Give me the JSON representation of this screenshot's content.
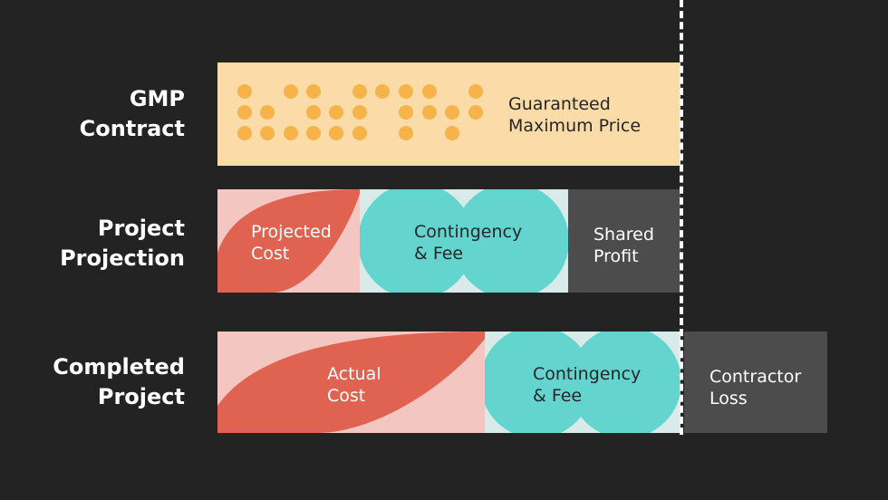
{
  "colors": {
    "background": "#232323",
    "gmp_fill": "#fbdba8",
    "dots": "#f6b34a",
    "cost_red": "#e06352",
    "cost_pink": "#f3c6c1",
    "teal": "#63d5ce",
    "teal_light": "#d8ebe9",
    "dark_gray": "#4c4c4c",
    "dark_text": "#262626",
    "white": "#ffffff"
  },
  "rows": {
    "gmp": {
      "label_line1": "GMP",
      "label_line2": "Contract",
      "text_line1": "Guaranteed",
      "text_line2": "Maximum Price"
    },
    "projection": {
      "label_line1": "Project",
      "label_line2": "Projection",
      "cost_line1": "Projected",
      "cost_line2": "Cost",
      "contingency_line1": "Contingency",
      "contingency_line2": "& Fee",
      "profit_line1": "Shared",
      "profit_line2": "Profit"
    },
    "completed": {
      "label_line1": "Completed",
      "label_line2": "Project",
      "cost_line1": "Actual",
      "cost_line2": "Cost",
      "contingency_line1": "Contingency",
      "contingency_line2": "& Fee",
      "loss_line1": "Contractor",
      "loss_line2": "Loss"
    }
  }
}
